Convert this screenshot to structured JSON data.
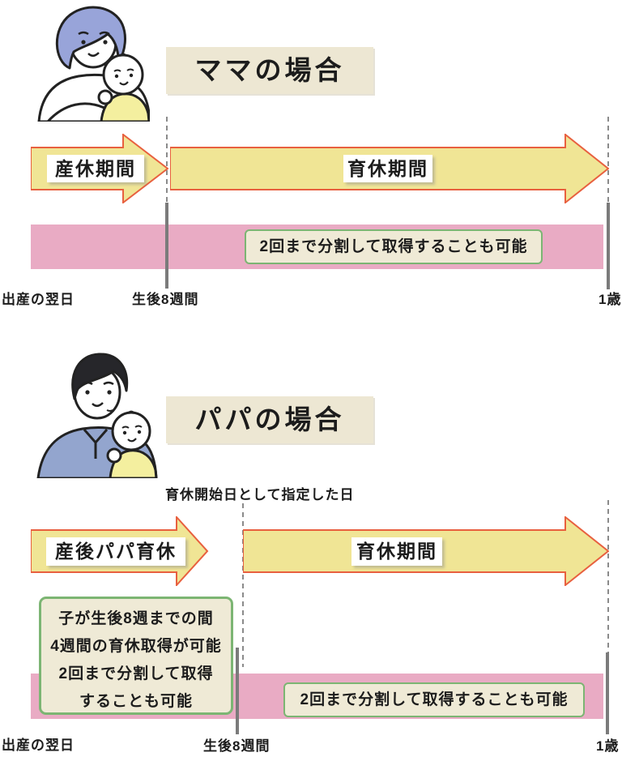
{
  "colors": {
    "arrow_fill": "#F0E595",
    "arrow_border": "#E8603F",
    "pink_bar": "#E9ABC4",
    "cream_box_bg": "#EFEAD6",
    "green_border": "#7CB573",
    "header_bg": "#EDE7D3",
    "mom_hair": "#98A4D9",
    "dad_shirt": "#93A5CE",
    "baby_outfit": "#F4EF9F"
  },
  "sections": {
    "mama": {
      "title": "ママの場合",
      "illustration": "mother-holding-baby",
      "arrow1_label": "産休期間",
      "arrow2_label": "育休期間",
      "note": "2回まで分割して取得することも可能",
      "timeline_start": "出産の翌日",
      "timeline_mid": "生後8週間",
      "timeline_end": "1歳"
    },
    "papa": {
      "title": "パパの場合",
      "illustration": "father-holding-baby",
      "designated_day_label": "育休開始日として指定した日",
      "arrow1_label": "産後パパ育休",
      "arrow2_label": "育休期間",
      "side_note_lines": [
        "子が生後8週までの間",
        "4週間の育休取得が可能",
        "2回まで分割して取得",
        "することも可能"
      ],
      "note": "2回まで分割して取得することも可能",
      "timeline_start": "出産の翌日",
      "timeline_mid": "生後8週間",
      "timeline_end": "1歳"
    }
  }
}
